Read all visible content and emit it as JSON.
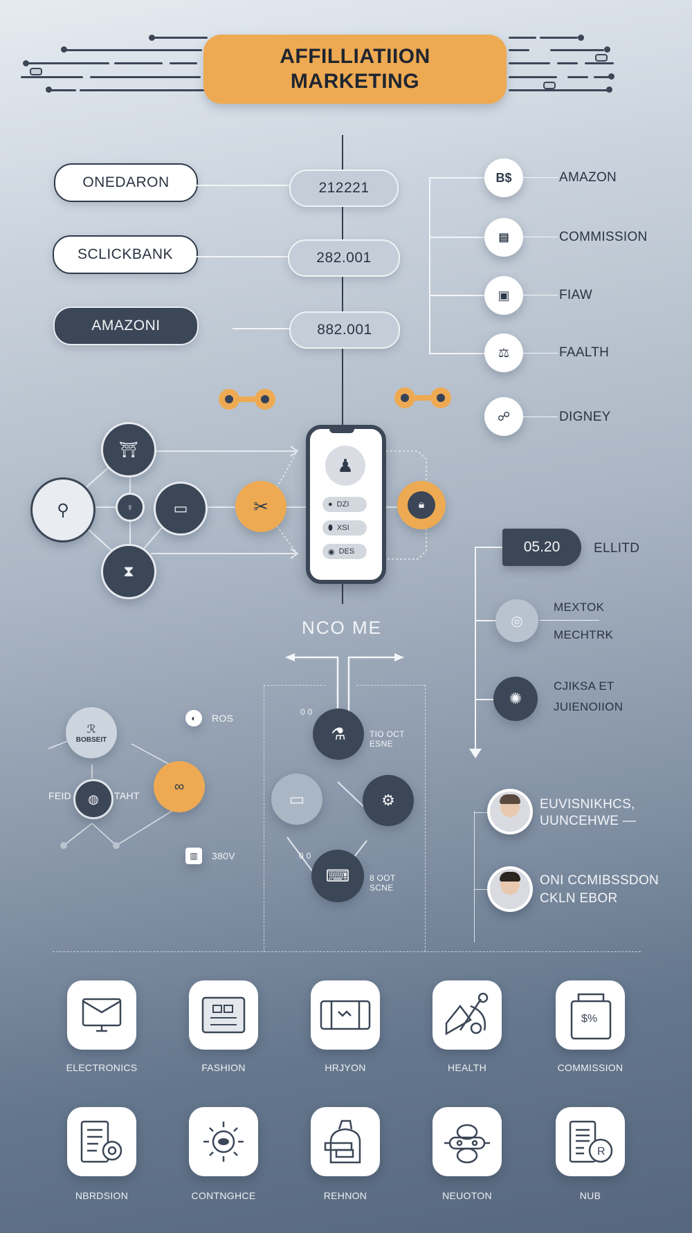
{
  "header": {
    "title_line1": "AFFILLIATIION",
    "title_line2": "MARKETING",
    "accent_color": "#eeaa52",
    "dark_color": "#3b4656"
  },
  "networks": [
    {
      "label": "ONEDARON",
      "value": "212221",
      "style": "light"
    },
    {
      "label": "SCLICKBANK",
      "value": "282.001",
      "style": "light"
    },
    {
      "label": "AMAZONI",
      "value": "882.001",
      "style": "dark"
    }
  ],
  "right_list": [
    {
      "label": "AMAZON",
      "icon": "brand-icon"
    },
    {
      "label": "COMMISSION",
      "icon": "calculator-icon"
    },
    {
      "label": "FIAW",
      "icon": "wallet-icon"
    },
    {
      "label": "FAALTH",
      "icon": "scale-icon"
    },
    {
      "label": "DIGNEY",
      "icon": "bag-icon"
    }
  ],
  "phone": {
    "rows": [
      "DZI",
      "XSI",
      "DES"
    ]
  },
  "income_label": "NCO ME",
  "right_timeline": [
    {
      "badge": "05.20",
      "label": "ELLITD"
    },
    {
      "label_line1": "MEXTOK",
      "label_line2": "MECHTRK"
    },
    {
      "label_line1": "CJIKSA ET",
      "label_line2": "JUIENOIION"
    }
  ],
  "left_cluster": {
    "node_top_label": "BOBSEIT",
    "left_label": "FEID",
    "right_label": "TAHT",
    "stat1": "ROS",
    "stat2": "380V"
  },
  "income_tree": {
    "node1_label_line1": "TIO OCT",
    "node1_label_line2": "ESNE",
    "node1_side": "0 0",
    "node2_label_line1": "8 OOT",
    "node2_label_line2": "SCNE",
    "node2_side": "0 0"
  },
  "testimonials": [
    {
      "line1": "EUVISNIKHCS,",
      "line2": "UUNCEHWE —"
    },
    {
      "line1": "ONI CCMIBSSDON",
      "line2": "CKLN EBOR"
    }
  ],
  "categories_row1": [
    {
      "label": "ELECTRONICS",
      "icon": "monitor-icon"
    },
    {
      "label": "FASHION",
      "icon": "catalog-icon"
    },
    {
      "label": "HRJYON",
      "icon": "tablet-icon"
    },
    {
      "label": "HEALTH",
      "icon": "fitness-icon"
    },
    {
      "label": "COMMISSION",
      "icon": "briefcase-icon"
    }
  ],
  "categories_row2": [
    {
      "label": "NBRDSION",
      "icon": "document-gear-icon"
    },
    {
      "label": "CONTNGHCE",
      "icon": "sun-icon"
    },
    {
      "label": "REHNON",
      "icon": "bag-icon"
    },
    {
      "label": "NEUOTON",
      "icon": "robot-icon"
    },
    {
      "label": "NUB",
      "icon": "document-badge-icon"
    }
  ]
}
